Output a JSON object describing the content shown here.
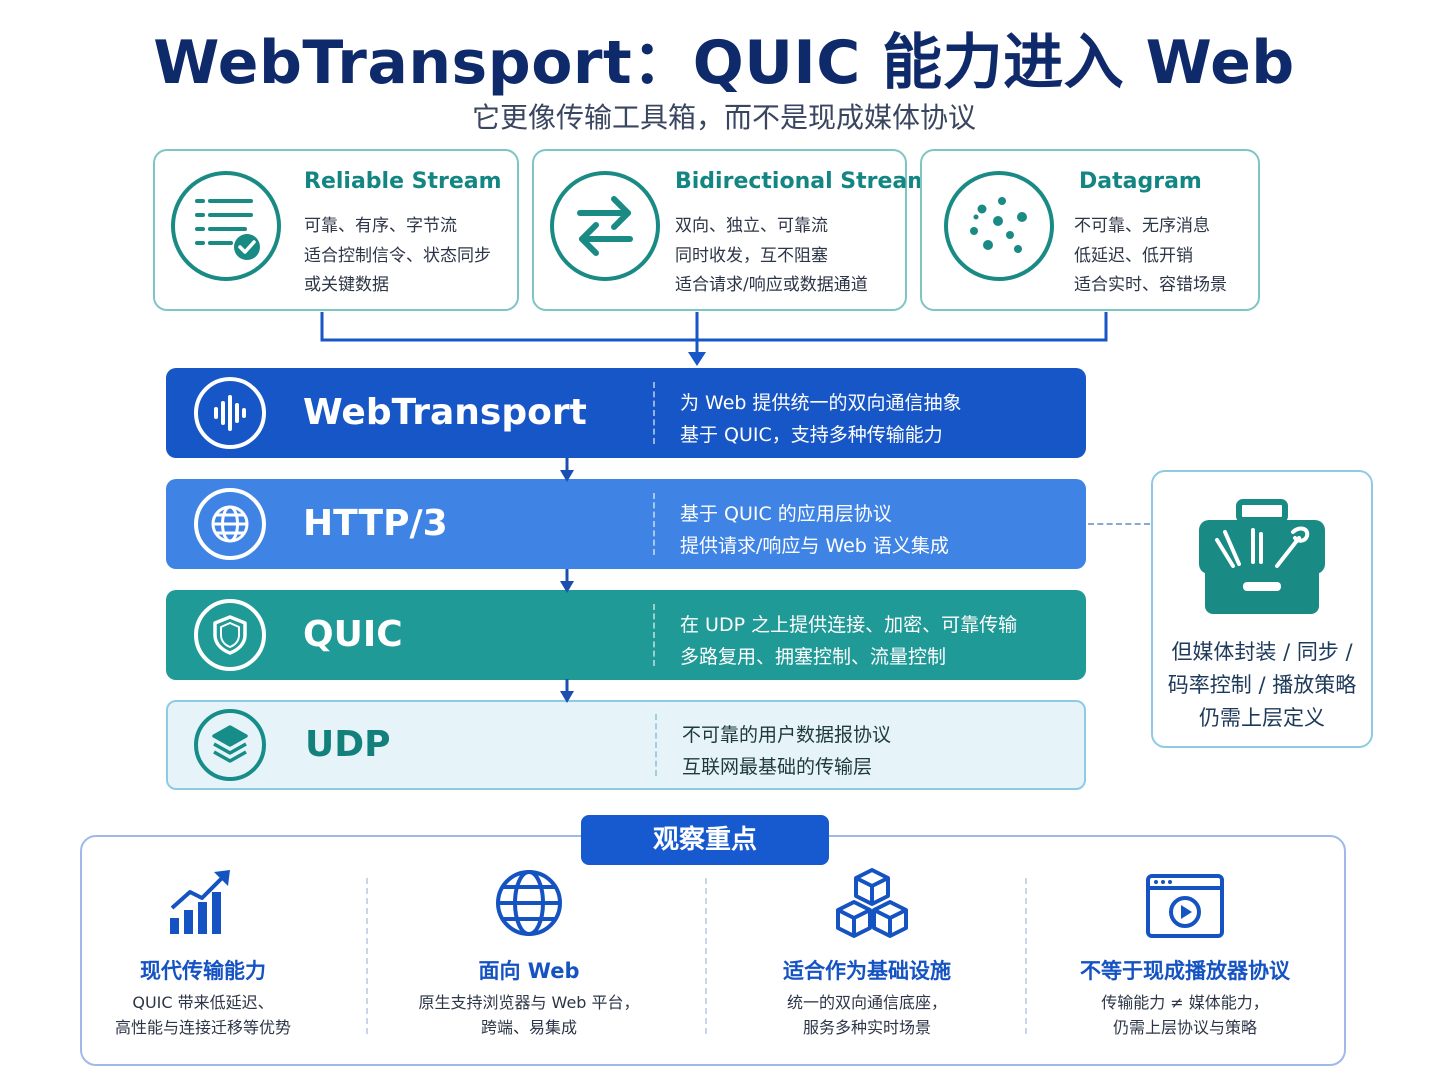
{
  "header": {
    "title": "WebTransport：QUIC 能力进入 Web",
    "subtitle": "它更像传输工具箱，而不是现成媒体协议"
  },
  "modes": [
    {
      "title": "Reliable Stream",
      "lines": [
        "可靠、有序、字节流",
        "适合控制信令、状态同步",
        "或关键数据"
      ]
    },
    {
      "title": "Bidirectional Stream",
      "lines": [
        "双向、独立、可靠流",
        "同时收发，互不阻塞",
        "适合请求/响应或数据通道"
      ]
    },
    {
      "title": "Datagram",
      "lines": [
        "不可靠、无序消息",
        "低延迟、低开销",
        "适合实时、容错场景"
      ]
    }
  ],
  "stack": [
    {
      "name": "WebTransport",
      "desc": [
        "为 Web 提供统一的双向通信抽象",
        "基于 QUIC，支持多种传输能力"
      ]
    },
    {
      "name": "HTTP/3",
      "desc": [
        "基于 QUIC 的应用层协议",
        "提供请求/响应与 Web 语义集成"
      ]
    },
    {
      "name": "QUIC",
      "desc": [
        "在 UDP 之上提供连接、加密、可靠传输",
        "多路复用、拥塞控制、流量控制"
      ]
    },
    {
      "name": "UDP",
      "desc": [
        "不可靠的用户数据报协议",
        "互联网最基础的传输层"
      ]
    }
  ],
  "side_note": {
    "lines": [
      "但媒体封装 / 同步 /",
      "码率控制 / 播放策略",
      "仍需上层定义"
    ]
  },
  "observations": {
    "label": "观察重点",
    "items": [
      {
        "title": "现代传输能力",
        "lines": [
          "QUIC 带来低延迟、",
          "高性能与连接迁移等优势"
        ]
      },
      {
        "title": "面向 Web",
        "lines": [
          "原生支持浏览器与 Web 平台，",
          "跨端、易集成"
        ]
      },
      {
        "title": "适合作为基础设施",
        "lines": [
          "统一的双向通信底座，",
          "服务多种实时场景"
        ]
      },
      {
        "title": "不等于现成播放器协议",
        "lines": [
          "传输能力 ≠ 媒体能力，",
          "仍需上层协议与策略"
        ]
      }
    ]
  },
  "colors": {
    "navy": "#0f2a6b",
    "teal": "#1a8a85",
    "blue_dark": "#1756c6",
    "blue_mid": "#3f84e5",
    "teal_layer": "#1f9a96",
    "udp_bg": "#e6f4fa"
  },
  "icons": {
    "modes": [
      "list-check-icon",
      "swap-arrows-icon",
      "scatter-dots-icon"
    ],
    "stack": [
      "waveform-icon",
      "globe-icon",
      "shield-icon",
      "layers-icon"
    ],
    "side": "toolbox-icon",
    "observations": [
      "bar-chart-trend-icon",
      "globe-icon",
      "cubes-icon",
      "browser-play-icon"
    ]
  }
}
